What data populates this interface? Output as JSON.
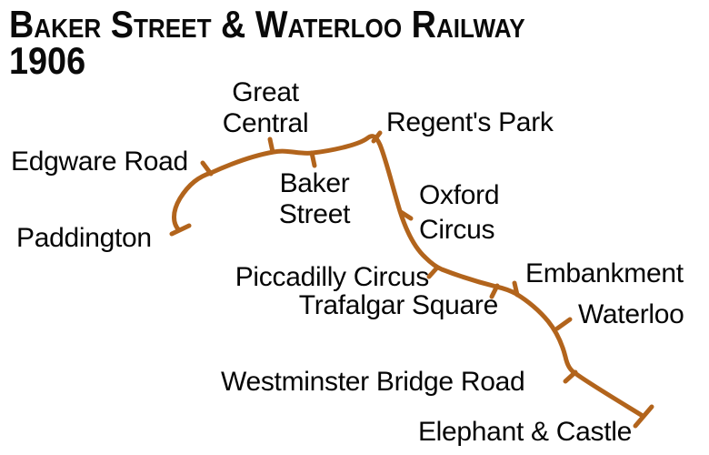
{
  "title": {
    "line1": "Baker Street & Waterloo Railway",
    "line2": "1906"
  },
  "line": {
    "name": "Baker Street & Waterloo Railway",
    "color": "#b2641c",
    "style": "solid route line with perpendicular station ticks and terminus crossbars"
  },
  "text_color": "#050505",
  "background_color": "#ffffff",
  "stations": [
    {
      "name": "Paddington",
      "display": "Paddington",
      "terminus": true
    },
    {
      "name": "Edgware Road",
      "display": "Edgware Road",
      "terminus": false
    },
    {
      "name": "Great Central",
      "display": "Great\nCentral",
      "terminus": false
    },
    {
      "name": "Baker Street",
      "display": "Baker\nStreet",
      "terminus": false
    },
    {
      "name": "Regent's Park",
      "display": "Regent's Park",
      "terminus": false
    },
    {
      "name": "Oxford Circus",
      "display": "Oxford\nCircus",
      "terminus": false
    },
    {
      "name": "Piccadilly Circus",
      "display": "Piccadilly Circus",
      "terminus": false
    },
    {
      "name": "Trafalgar Square",
      "display": "Trafalgar Square",
      "terminus": false
    },
    {
      "name": "Embankment",
      "display": "Embankment",
      "terminus": false
    },
    {
      "name": "Waterloo",
      "display": "Waterloo",
      "terminus": false
    },
    {
      "name": "Westminster Bridge Road",
      "display": "Westminster Bridge Road",
      "terminus": false
    },
    {
      "name": "Elephant & Castle",
      "display": "Elephant & Castle",
      "terminus": true
    }
  ]
}
